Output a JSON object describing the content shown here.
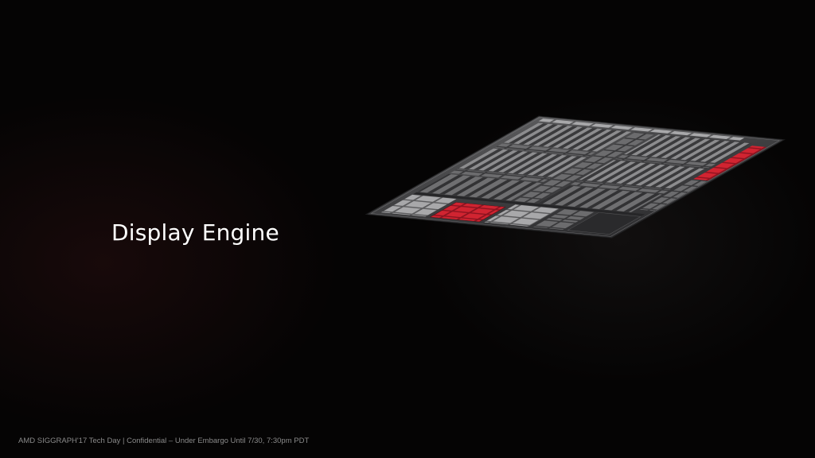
{
  "slide": {
    "title": "Display Engine",
    "footer": "AMD SIGGRAPH'17 Tech Day | Confidential – Under Embargo Until 7/30, 7:30pm PDT"
  },
  "colors": {
    "background": "#050404",
    "die_base": "#3f3f41",
    "die_border": "#1c1c1d",
    "highlight_red": "#c4202c",
    "footer_text": "#8a8a8a",
    "title_text": "#ffffff"
  },
  "die": {
    "highlighted_block": "display-engine"
  }
}
